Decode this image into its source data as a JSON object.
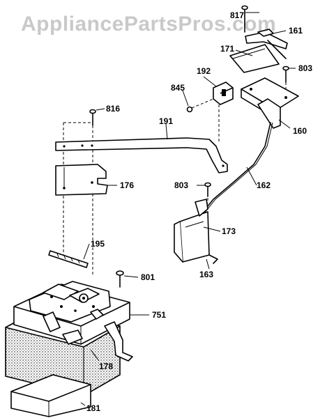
{
  "watermark": "AppliancePartsPros.com",
  "parts": {
    "p817": "817",
    "p161": "161",
    "p171": "171",
    "p803a": "803",
    "p192": "192",
    "p845": "845",
    "p816": "816",
    "p191": "191",
    "p160": "160",
    "p176": "176",
    "p803b": "803",
    "p162": "162",
    "p173": "173",
    "p195": "195",
    "p163": "163",
    "p801": "801",
    "p751": "751",
    "p178": "178",
    "p181": "181"
  }
}
